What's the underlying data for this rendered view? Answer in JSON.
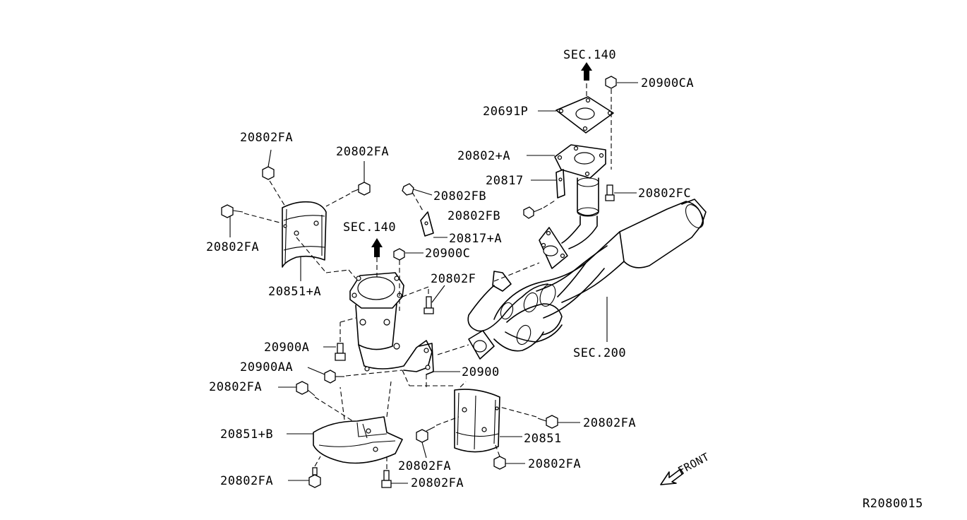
{
  "diagram_id": "R2080015",
  "labels": {
    "sec140_top": "SEC.140",
    "sec140_mid": "SEC.140",
    "sec200": "SEC.200",
    "p20900CA": "20900CA",
    "p20691P": "20691P",
    "p20802A": "20802+A",
    "p20817": "20817",
    "p20802FC": "20802FC",
    "p20802FB_1": "20802FB",
    "p20802FB_2": "20802FB",
    "p20817A": "20817+A",
    "p20900C": "20900C",
    "p20802F": "20802F",
    "p20802FA_topleft": "20802FA",
    "p20802FA_topmid": "20802FA",
    "p20802FA_left": "20802FA",
    "p20851A": "20851+A",
    "p20900A": "20900A",
    "p20900AA": "20900AA",
    "p20900": "20900",
    "p20802FA_midleft": "20802FA",
    "p20851B": "20851+B",
    "p20802FA_botleft": "20802FA",
    "p20802FA_botmid": "20802FA",
    "p20802FA_lowmid": "20802FA",
    "p20851": "20851",
    "p20802FA_right": "20802FA",
    "p20802FA_lowright": "20802FA",
    "front": "FRONT"
  }
}
